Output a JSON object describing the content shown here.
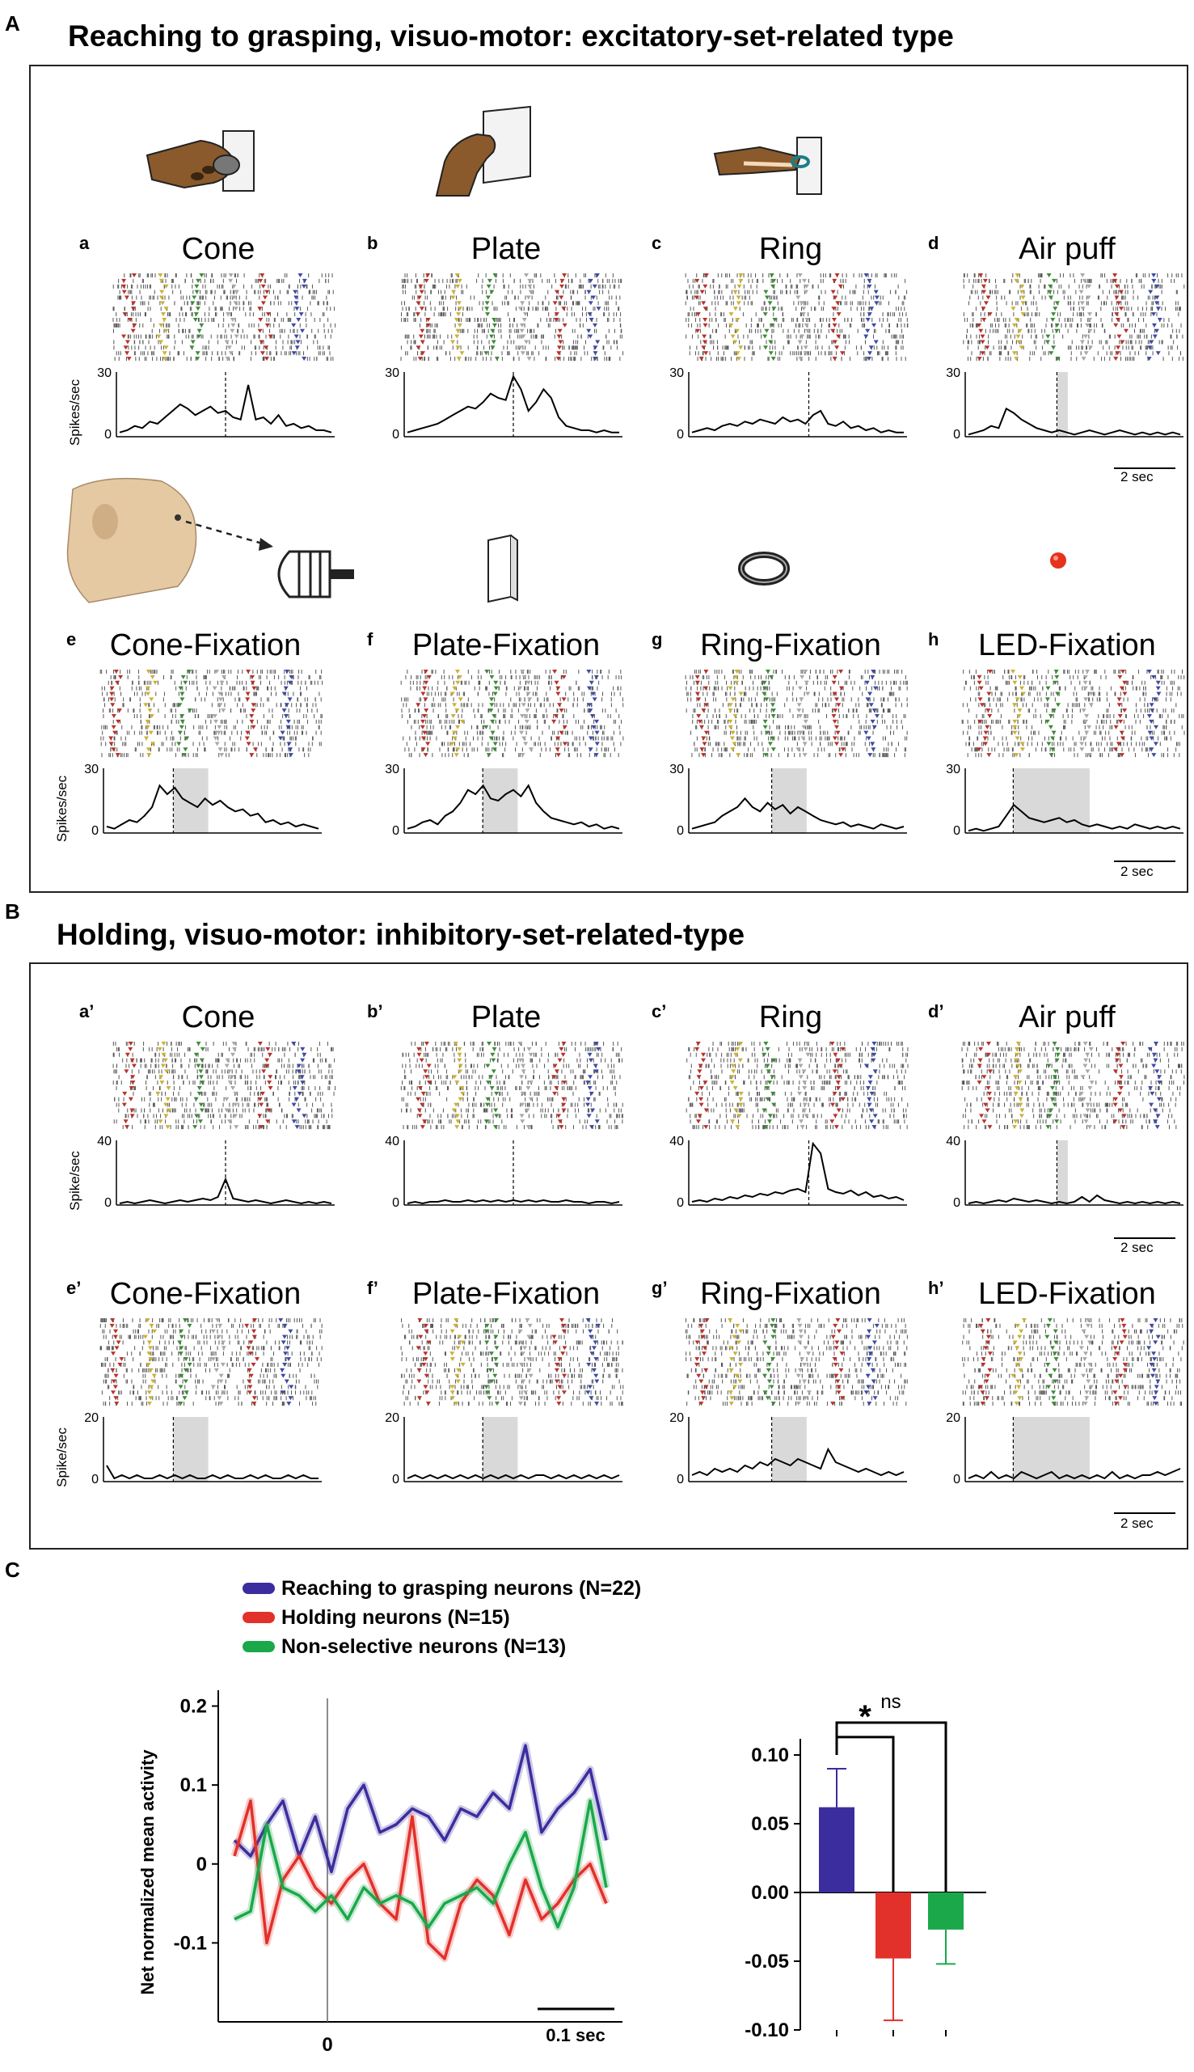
{
  "sectionA": {
    "letter": "A",
    "title": "Reaching to grasping, visuo-motor: excitatory-set-related type",
    "ylabel": "Spikes/sec",
    "ymax": "30",
    "yzero": "0",
    "scale": "2 sec",
    "panels": [
      {
        "id": "a",
        "title": "Cone",
        "shaded": false,
        "trace": [
          2,
          3,
          5,
          4,
          7,
          6,
          9,
          12,
          15,
          13,
          10,
          12,
          14,
          11,
          12,
          9,
          8,
          24,
          8,
          9,
          6,
          10,
          5,
          6,
          4,
          5,
          3,
          3,
          2
        ]
      },
      {
        "id": "b",
        "title": "Plate",
        "shaded": false,
        "trace": [
          2,
          3,
          4,
          5,
          6,
          8,
          10,
          12,
          14,
          13,
          16,
          20,
          18,
          17,
          28,
          22,
          12,
          16,
          22,
          18,
          9,
          5,
          4,
          3,
          3,
          2,
          3,
          2,
          2
        ]
      },
      {
        "id": "c",
        "title": "Ring",
        "shaded": false,
        "trace": [
          2,
          3,
          4,
          3,
          5,
          6,
          5,
          7,
          6,
          8,
          7,
          6,
          9,
          7,
          8,
          6,
          10,
          12,
          6,
          5,
          7,
          4,
          5,
          3,
          4,
          2,
          3,
          2,
          2
        ]
      },
      {
        "id": "d",
        "title": "Air puff",
        "shaded": true,
        "trace": [
          1,
          2,
          3,
          5,
          4,
          13,
          11,
          8,
          6,
          4,
          3,
          2,
          3,
          2,
          1,
          2,
          3,
          2,
          1,
          2,
          3,
          2,
          1,
          2,
          1,
          2,
          1,
          2,
          1
        ]
      },
      {
        "id": "e",
        "title": "Cone-Fixation",
        "shaded": true,
        "trace": [
          3,
          2,
          4,
          6,
          5,
          8,
          12,
          22,
          18,
          21,
          16,
          14,
          12,
          16,
          13,
          15,
          12,
          10,
          11,
          8,
          9,
          5,
          6,
          4,
          5,
          3,
          4,
          3,
          2
        ]
      },
      {
        "id": "f",
        "title": "Plate-Fixation",
        "shaded": true,
        "trace": [
          2,
          3,
          5,
          6,
          4,
          8,
          10,
          14,
          20,
          18,
          22,
          16,
          15,
          18,
          20,
          17,
          22,
          14,
          10,
          7,
          6,
          5,
          4,
          5,
          3,
          4,
          2,
          3,
          2
        ]
      },
      {
        "id": "g",
        "title": "Ring-Fixation",
        "shaded": true,
        "trace": [
          2,
          3,
          4,
          5,
          8,
          10,
          12,
          16,
          12,
          10,
          14,
          11,
          13,
          9,
          12,
          10,
          8,
          6,
          5,
          4,
          5,
          3,
          4,
          3,
          2,
          4,
          3,
          2,
          3
        ]
      },
      {
        "id": "h",
        "title": "LED-Fixation",
        "shaded": true,
        "trace": [
          1,
          2,
          1,
          2,
          3,
          8,
          13,
          10,
          7,
          6,
          5,
          6,
          7,
          5,
          6,
          4,
          3,
          4,
          3,
          2,
          3,
          2,
          4,
          3,
          2,
          3,
          2,
          3,
          2
        ]
      }
    ]
  },
  "sectionB": {
    "letter": "B",
    "title": "Holding, visuo-motor: inhibitory-set-related-type",
    "ylabel": "Spike/sec",
    "ymaxTop": "40",
    "ymaxBottom": "20",
    "yzero": "0",
    "scale": "2 sec",
    "panels": [
      {
        "id": "a’",
        "title": "Cone",
        "shaded": false,
        "trace": [
          1,
          2,
          1,
          2,
          3,
          2,
          1,
          2,
          3,
          2,
          3,
          4,
          3,
          5,
          16,
          4,
          3,
          2,
          3,
          2,
          1,
          2,
          3,
          2,
          1,
          2,
          1,
          2,
          1
        ]
      },
      {
        "id": "b’",
        "title": "Plate",
        "shaded": false,
        "trace": [
          1,
          2,
          1,
          2,
          2,
          3,
          2,
          2,
          3,
          2,
          3,
          2,
          3,
          2,
          3,
          2,
          3,
          2,
          3,
          2,
          2,
          3,
          2,
          2,
          1,
          2,
          2,
          1,
          2
        ]
      },
      {
        "id": "c’",
        "title": "Ring",
        "shaded": false,
        "trace": [
          2,
          3,
          2,
          4,
          3,
          5,
          4,
          6,
          5,
          7,
          6,
          8,
          7,
          9,
          10,
          8,
          38,
          32,
          10,
          8,
          7,
          9,
          6,
          8,
          5,
          6,
          4,
          5,
          3
        ]
      },
      {
        "id": "d’",
        "title": "Air puff",
        "shaded": true,
        "trace": [
          1,
          2,
          1,
          2,
          3,
          2,
          4,
          3,
          2,
          3,
          2,
          1,
          2,
          1,
          2,
          5,
          2,
          6,
          3,
          2,
          1,
          2,
          1,
          2,
          1,
          2,
          1,
          2,
          1
        ]
      },
      {
        "id": "e’",
        "title": "Cone-Fixation",
        "shaded": true,
        "trace": [
          5,
          1,
          2,
          1,
          2,
          1,
          1,
          2,
          1,
          2,
          1,
          2,
          1,
          1,
          2,
          1,
          2,
          1,
          1,
          2,
          1,
          2,
          1,
          1,
          2,
          1,
          2,
          1,
          1
        ]
      },
      {
        "id": "f’",
        "title": "Plate-Fixation",
        "shaded": true,
        "trace": [
          1,
          2,
          1,
          2,
          1,
          2,
          1,
          2,
          1,
          2,
          1,
          2,
          1,
          2,
          1,
          2,
          1,
          2,
          2,
          1,
          2,
          1,
          2,
          1,
          2,
          1,
          2,
          1,
          2
        ]
      },
      {
        "id": "g’",
        "title": "Ring-Fixation",
        "shaded": true,
        "trace": [
          2,
          3,
          2,
          4,
          3,
          4,
          3,
          5,
          4,
          6,
          5,
          7,
          6,
          5,
          7,
          6,
          5,
          4,
          10,
          6,
          5,
          4,
          3,
          4,
          3,
          2,
          3,
          2,
          3
        ]
      },
      {
        "id": "h’",
        "title": "LED-Fixation",
        "shaded": true,
        "trace": [
          1,
          2,
          1,
          3,
          1,
          2,
          1,
          3,
          2,
          1,
          2,
          3,
          1,
          2,
          1,
          2,
          1,
          2,
          1,
          3,
          1,
          2,
          1,
          2,
          2,
          3,
          2,
          3,
          4
        ]
      }
    ]
  },
  "sectionC": {
    "letter": "C",
    "legend": [
      {
        "name": "Reaching to grasping neurons (N=22)",
        "color": "#3b2d9e"
      },
      {
        "name": "Holding neurons (N=15)",
        "color": "#e2302a"
      },
      {
        "name": "Non-selective neurons (N=13)",
        "color": "#1aa84a"
      }
    ],
    "lineChart": {
      "ylabel": "Net normalized mean activity",
      "yticks": [
        "0.2",
        "0.1",
        "0",
        "-0.1"
      ],
      "xtick": "0",
      "scale": "0.1 sec",
      "ylim": [
        -0.2,
        0.22
      ],
      "series": [
        {
          "color": "#3b2d9e",
          "values": [
            0.03,
            0.01,
            0.05,
            0.08,
            0.01,
            0.06,
            -0.01,
            0.07,
            0.1,
            0.04,
            0.05,
            0.07,
            0.06,
            0.03,
            0.07,
            0.06,
            0.09,
            0.07,
            0.15,
            0.04,
            0.07,
            0.09,
            0.12,
            0.03
          ]
        },
        {
          "color": "#e2302a",
          "values": [
            0.01,
            0.08,
            -0.1,
            -0.02,
            0.01,
            -0.03,
            -0.05,
            -0.02,
            0.0,
            -0.05,
            -0.07,
            0.06,
            -0.1,
            -0.12,
            -0.05,
            -0.02,
            -0.04,
            -0.09,
            -0.02,
            -0.07,
            -0.05,
            -0.02,
            0.0,
            -0.05
          ]
        },
        {
          "color": "#1aa84a",
          "values": [
            -0.07,
            -0.06,
            0.05,
            -0.03,
            -0.04,
            -0.06,
            -0.04,
            -0.07,
            -0.03,
            -0.05,
            -0.04,
            -0.05,
            -0.08,
            -0.05,
            -0.04,
            -0.03,
            -0.05,
            0.0,
            0.04,
            -0.03,
            -0.08,
            -0.03,
            0.08,
            -0.03
          ]
        }
      ]
    },
    "barChart": {
      "yticks": [
        "0.10",
        "0.05",
        "0.00",
        "-0.05",
        "-0.10"
      ],
      "ylim": [
        -0.1,
        0.12
      ],
      "bars": [
        {
          "value": 0.062,
          "err": 0.028,
          "color": "#3b2d9e"
        },
        {
          "value": -0.048,
          "err": 0.045,
          "color": "#e2302a"
        },
        {
          "value": -0.027,
          "err": 0.025,
          "color": "#1aa84a"
        }
      ],
      "sig1": "*",
      "sig2": "ns"
    }
  }
}
